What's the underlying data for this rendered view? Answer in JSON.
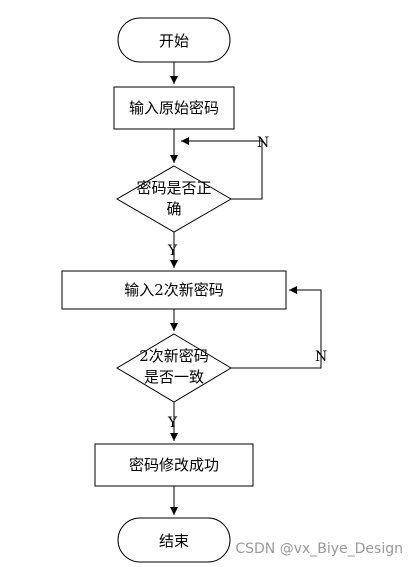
{
  "nodes": {
    "start": "开始",
    "input_old": "输入原始密码",
    "check_correct_line1": "密码是否正",
    "check_correct_line2": "确",
    "input_new": "输入2次新密码",
    "check_same_line1": "2次新密码",
    "check_same_line2": "是否一致",
    "success": "密码修改成功",
    "end": "结束"
  },
  "edge_labels": {
    "first_no": "N",
    "first_yes": "Y",
    "second_no": "N",
    "second_yes": "Y"
  },
  "watermark": "CSDN @vx_Biye_Design",
  "colors": {
    "stroke": "#000000",
    "background": "#ffffff",
    "watermark": "#9a9a9a"
  }
}
